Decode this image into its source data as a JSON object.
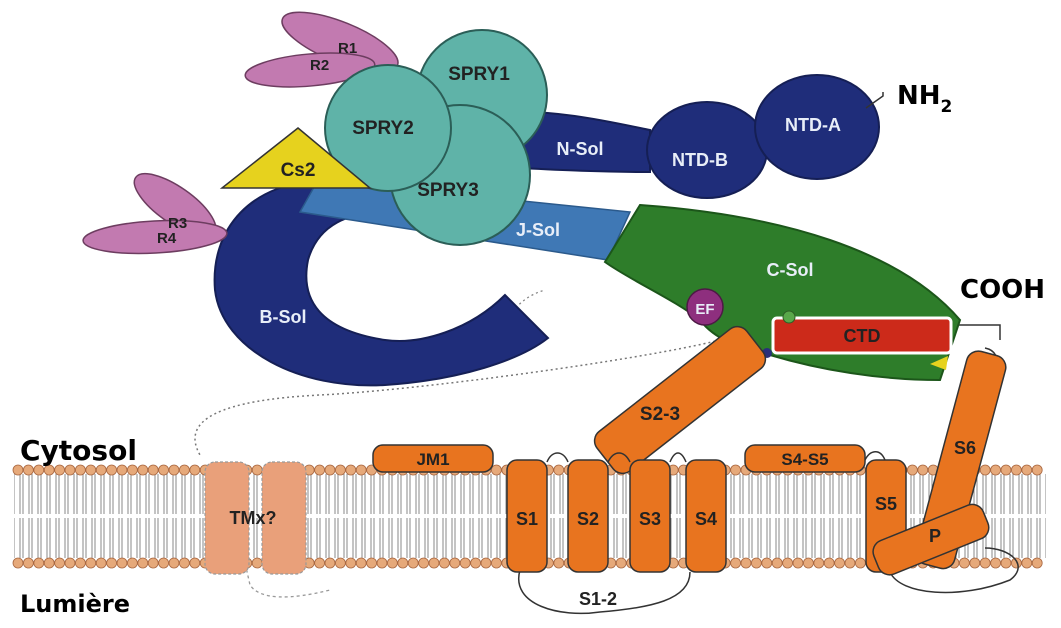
{
  "colors": {
    "navy": "#1f2d7a",
    "teal": "#5fb3a8",
    "pink": "#c27ab0",
    "green": "#2e7d2a",
    "orange": "#e8741f",
    "light_orange": "#e9a07a",
    "red": "#cc2a1a",
    "yellow": "#e6d21e",
    "jsol_blue": "#3f78b5",
    "ef_purple": "#8e2f7e"
  },
  "labels": {
    "nh2": "NH",
    "nh2_sub": "2",
    "cooh": "COOH",
    "cytosol": "Cytosol",
    "lumen": "Lumière",
    "r1": "R1",
    "r2": "R2",
    "r3": "R3",
    "r4": "R4",
    "spry1": "SPRY1",
    "spry2": "SPRY2",
    "spry3": "SPRY3",
    "cs2": "Cs2",
    "nsol": "N-Sol",
    "ntda": "NTD-A",
    "ntdb": "NTD-B",
    "jsol": "J-Sol",
    "csol": "C-Sol",
    "bsol": "B-Sol",
    "ef": "EF",
    "ctd": "CTD",
    "s23": "S2-3",
    "jm1": "JM1",
    "s4s5": "S4-S5",
    "tmx": "TMx?",
    "s1": "S1",
    "s2": "S2",
    "s3": "S3",
    "s4": "S4",
    "s5": "S5",
    "s6": "S6",
    "p": "P",
    "s12": "S1-2"
  }
}
